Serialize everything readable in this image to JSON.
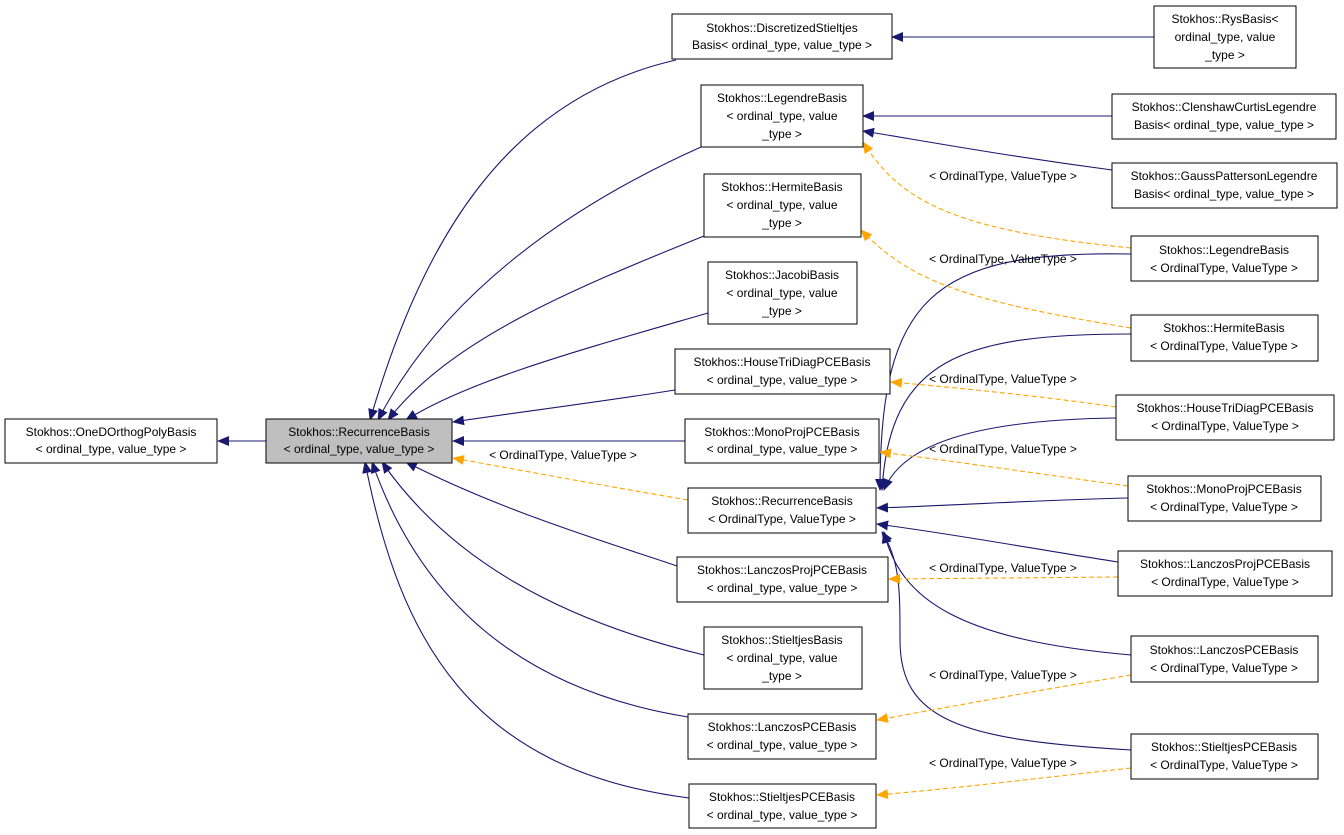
{
  "colors": {
    "inherit_edge": "#191970",
    "template_edge": "#ffa500",
    "focus_fill": "#bfbfbf",
    "node_fill": "#ffffff",
    "node_stroke": "#000000"
  },
  "nodes": {
    "onedorthog": {
      "lines": [
        "Stokhos::OneDOrthogPolyBasis",
        "< ordinal_type, value_type >"
      ]
    },
    "recurrence_focus": {
      "lines": [
        "Stokhos::RecurrenceBasis",
        "< ordinal_type, value_type >"
      ]
    },
    "discretized": {
      "lines": [
        "Stokhos::DiscretizedStieltjes",
        "Basis< ordinal_type, value_type >"
      ]
    },
    "legendre_ov": {
      "lines": [
        "Stokhos::LegendreBasis",
        "< ordinal_type, value",
        "_type >"
      ]
    },
    "hermite_ov": {
      "lines": [
        "Stokhos::HermiteBasis",
        "< ordinal_type, value",
        "_type >"
      ]
    },
    "jacobi_ov": {
      "lines": [
        "Stokhos::JacobiBasis",
        "< ordinal_type, value",
        "_type >"
      ]
    },
    "housetri_ov": {
      "lines": [
        "Stokhos::HouseTriDiagPCEBasis",
        "< ordinal_type, value_type >"
      ]
    },
    "monoproj_ov": {
      "lines": [
        "Stokhos::MonoProjPCEBasis",
        "< ordinal_type, value_type >"
      ]
    },
    "recurrence_OV": {
      "lines": [
        "Stokhos::RecurrenceBasis",
        "< OrdinalType, ValueType >"
      ]
    },
    "lanczosproj_ov": {
      "lines": [
        "Stokhos::LanczosProjPCEBasis",
        "< ordinal_type, value_type >"
      ]
    },
    "stieltjes_ov": {
      "lines": [
        "Stokhos::StieltjesBasis",
        "< ordinal_type, value",
        "_type >"
      ]
    },
    "lanczospce_ov": {
      "lines": [
        "Stokhos::LanczosPCEBasis",
        "< ordinal_type, value_type >"
      ]
    },
    "stieltjespce_ov": {
      "lines": [
        "Stokhos::StieltjesPCEBasis",
        "< ordinal_type, value_type >"
      ]
    },
    "rys": {
      "lines": [
        "Stokhos::RysBasis<",
        "ordinal_type, value",
        "_type >"
      ]
    },
    "clenshaw": {
      "lines": [
        "Stokhos::ClenshawCurtisLegendre",
        "Basis< ordinal_type, value_type >"
      ]
    },
    "gausspatterson": {
      "lines": [
        "Stokhos::GaussPattersonLegendre",
        "Basis< ordinal_type, value_type >"
      ]
    },
    "legendre_OV": {
      "lines": [
        "Stokhos::LegendreBasis",
        "< OrdinalType, ValueType >"
      ]
    },
    "hermite_OV": {
      "lines": [
        "Stokhos::HermiteBasis",
        "< OrdinalType, ValueType >"
      ]
    },
    "housetri_OV": {
      "lines": [
        "Stokhos::HouseTriDiagPCEBasis",
        "< OrdinalType, ValueType >"
      ]
    },
    "monoproj_OV": {
      "lines": [
        "Stokhos::MonoProjPCEBasis",
        "< OrdinalType, ValueType >"
      ]
    },
    "lanczosproj_OV": {
      "lines": [
        "Stokhos::LanczosProjPCEBasis",
        "< OrdinalType, ValueType >"
      ]
    },
    "lanczospce_OV": {
      "lines": [
        "Stokhos::LanczosPCEBasis",
        "< OrdinalType, ValueType >"
      ]
    },
    "stieltjespce_OV": {
      "lines": [
        "Stokhos::StieltjesPCEBasis",
        "< OrdinalType, ValueType >"
      ]
    }
  },
  "edge_labels": {
    "legendre": "< OrdinalType, ValueType >",
    "hermite": "< OrdinalType, ValueType >",
    "housetri": "< OrdinalType, ValueType >",
    "monoproj": "< OrdinalType, ValueType >",
    "recurrence": "< OrdinalType, ValueType >",
    "lanczosproj": "< OrdinalType, ValueType >",
    "lanczospce": "< OrdinalType, ValueType >",
    "stieltjespce": "< OrdinalType, ValueType >"
  }
}
